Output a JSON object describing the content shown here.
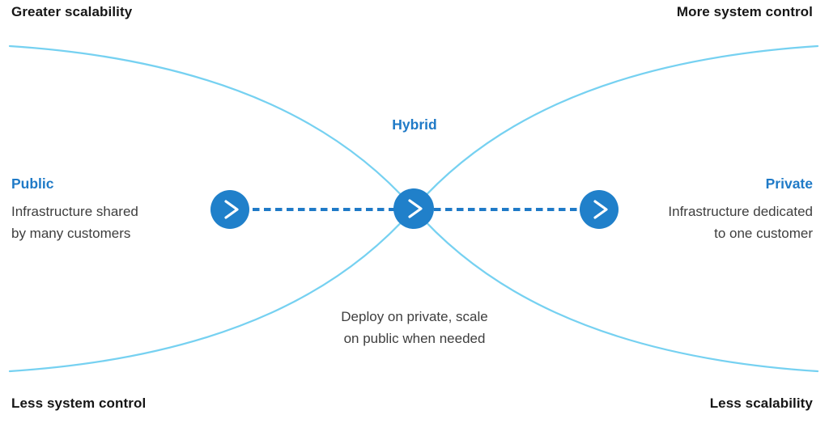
{
  "colors": {
    "accent_blue": "#1f7ac7",
    "node_blue": "#2080ca",
    "curve_blue": "#76d1f1",
    "heading_dark": "#161616",
    "body_text": "#3e3e3e",
    "background": "#ffffff",
    "chevron_white": "#ffffff"
  },
  "corners": {
    "top_left": "Greater scalability",
    "top_right": "More system control",
    "bottom_left": "Less system control",
    "bottom_right": "Less scalability"
  },
  "nodes": {
    "public": {
      "title": "Public",
      "lines": [
        "Infrastructure shared",
        "by many customers"
      ],
      "icon": "chevron-right-icon"
    },
    "hybrid": {
      "title": "Hybrid",
      "lines": [
        "Deploy on private, scale",
        "on public when needed"
      ],
      "icon": "chevron-right-icon"
    },
    "private": {
      "title": "Private",
      "lines": [
        "Infrastructure dedicated",
        "to one customer"
      ],
      "icon": "chevron-right-icon"
    }
  }
}
